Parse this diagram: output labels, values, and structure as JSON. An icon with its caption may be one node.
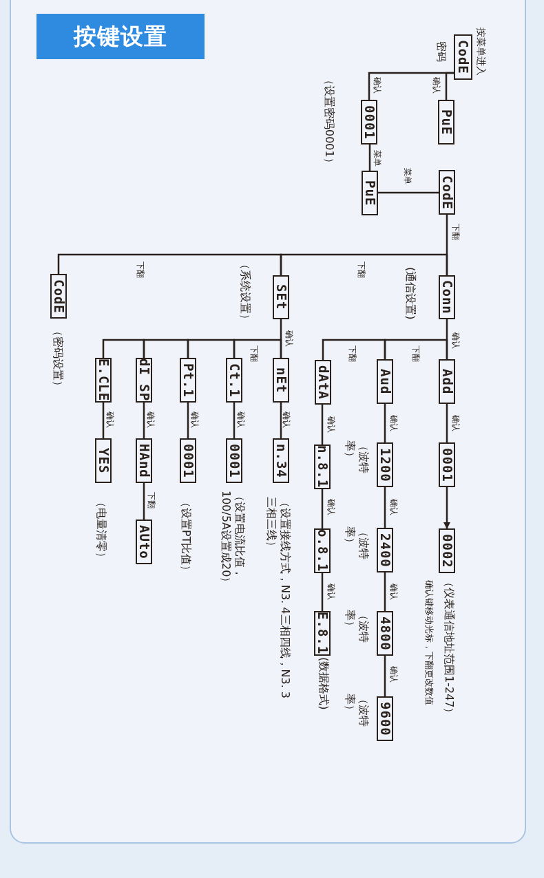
{
  "diagram": {
    "title": "按键设置",
    "nodes": [
      {
        "text": [
          "CodE"
        ],
        "beside": [
          "按菜单进入",
          "密码"
        ]
      },
      {
        "text": [
          "PuE"
        ]
      },
      {
        "text": [
          "0001"
        ],
        "beside": [
          "（设置密码0001）"
        ]
      },
      {
        "text": [
          "PuE"
        ]
      },
      {
        "text": [
          "CodE"
        ]
      },
      {
        "text": [
          "Conn"
        ],
        "beside": [
          "(通信设置)"
        ]
      },
      {
        "text": [
          "SEt"
        ],
        "beside": [
          "（系统设置）"
        ]
      },
      {
        "text": [
          "CodE"
        ],
        "beside": [
          "（密码设置）"
        ]
      },
      {
        "text": [
          "Add"
        ]
      },
      {
        "text": [
          "Aud"
        ]
      },
      {
        "text": [
          "dAtA"
        ]
      },
      {
        "text": [
          "0001"
        ]
      },
      {
        "text": [
          "0002"
        ],
        "beside": [
          "（仪表通信地址范围1-247）",
          "确认键移动光标，下翻更改数值"
        ]
      },
      {
        "text": [
          "1200"
        ],
        "beside": [
          "（波特率）"
        ]
      },
      {
        "text": [
          "2400"
        ],
        "beside": [
          "（波特率）"
        ]
      },
      {
        "text": [
          "4800"
        ],
        "beside": [
          "（波特率）"
        ]
      },
      {
        "text": [
          "9600"
        ],
        "beside": [
          "（波特率）"
        ]
      },
      {
        "text": [
          "n.8.1"
        ]
      },
      {
        "text": [
          "o.8.1"
        ]
      },
      {
        "text": [
          "E.8.1"
        ],
        "beside": [
          "(数据格式)"
        ]
      },
      {
        "text": [
          "nEt"
        ]
      },
      {
        "text": [
          "Ct.1"
        ]
      },
      {
        "text": [
          "Pt.1"
        ]
      },
      {
        "text": [
          "dI SP"
        ]
      },
      {
        "text": [
          "E.CLE"
        ]
      },
      {
        "text": [
          "n.34"
        ],
        "beside": [
          "（设置接线方式，N3. 4三相四线，N3. 3三相三线）"
        ]
      },
      {
        "text": [
          "0001"
        ],
        "beside": [
          "（设置电流比值，100/5A设置成20）"
        ]
      },
      {
        "text": [
          "0001"
        ],
        "beside": [
          "（设置PT比值）"
        ]
      },
      {
        "text": [
          "HAnd"
        ]
      },
      {
        "text": [
          "AUto"
        ]
      },
      {
        "text": [
          "YES"
        ],
        "beside": [
          "（电量清零）"
        ]
      }
    ],
    "edges": [
      {
        "from": 0,
        "to": 1,
        "arrow": "none",
        "label": "确认"
      },
      {
        "from": 0,
        "to": 2,
        "arrow": "none",
        "label": "确认"
      },
      {
        "from": 2,
        "to": 3,
        "arrow": "none",
        "label": "菜单"
      },
      {
        "from": 3,
        "to": 4,
        "arrow": "none",
        "label": "菜单"
      },
      {
        "from": 4,
        "to": 5,
        "arrow": "none",
        "label": "下翻"
      },
      {
        "from": 5,
        "to": 6,
        "arrow": "none",
        "label": "下翻"
      },
      {
        "from": 6,
        "to": 7,
        "arrow": "none",
        "label": "下翻"
      },
      {
        "from": 5,
        "to": 8,
        "arrow": "none",
        "label": "确认"
      },
      {
        "from": 8,
        "to": 9,
        "arrow": "none",
        "label": "下翻"
      },
      {
        "from": 9,
        "to": 10,
        "arrow": "none",
        "label": "下翻"
      },
      {
        "from": 8,
        "to": 11,
        "arrow": "none",
        "label": "确认"
      },
      {
        "from": 11,
        "to": 12,
        "arrow": "to"
      },
      {
        "from": 9,
        "to": 13,
        "arrow": "none",
        "label": "确认"
      },
      {
        "from": 13,
        "to": 14,
        "arrow": "none",
        "label": "确认"
      },
      {
        "from": 14,
        "to": 15,
        "arrow": "none",
        "label": "确认"
      },
      {
        "from": 15,
        "to": 16,
        "arrow": "none",
        "label": "确认"
      },
      {
        "from": 10,
        "to": 17,
        "arrow": "none",
        "label": "确认"
      },
      {
        "from": 17,
        "to": 18,
        "arrow": "none",
        "label": "确认"
      },
      {
        "from": 18,
        "to": 19,
        "arrow": "none",
        "label": "确认"
      },
      {
        "from": 6,
        "to": 20,
        "arrow": "none",
        "label": "确认"
      },
      {
        "from": 20,
        "to": 21,
        "arrow": "none",
        "label": "下翻"
      },
      {
        "from": 21,
        "to": 22,
        "arrow": "none"
      },
      {
        "from": 22,
        "to": 23,
        "arrow": "none"
      },
      {
        "from": 23,
        "to": 24,
        "arrow": "none"
      },
      {
        "from": 20,
        "to": 25,
        "arrow": "none",
        "label": "确认"
      },
      {
        "from": 21,
        "to": 26,
        "arrow": "none",
        "label": "确认"
      },
      {
        "from": 22,
        "to": 27,
        "arrow": "none",
        "label": "确认"
      },
      {
        "from": 23,
        "to": 28,
        "arrow": "none",
        "label": "确认"
      },
      {
        "from": 28,
        "to": 29,
        "arrow": "none",
        "label": "下翻"
      },
      {
        "from": 24,
        "to": 30,
        "arrow": "none",
        "label": "确认"
      }
    ]
  }
}
